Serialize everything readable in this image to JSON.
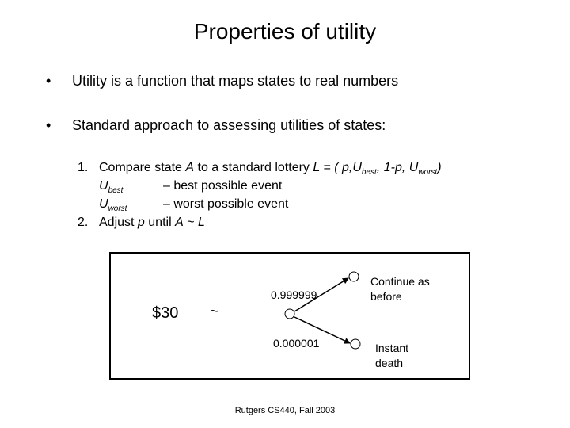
{
  "slide": {
    "title": "Properties of utility",
    "bullets": [
      {
        "marker": "•",
        "text": "Utility is a function that maps states to real numbers"
      },
      {
        "marker": "•",
        "text": "Standard approach to assessing utilities of states:"
      }
    ],
    "steps": {
      "step1": {
        "number": "1.",
        "prefix": "Compare state ",
        "state": "A",
        "middle": " to a standard lottery ",
        "lottery": "L",
        "eq": " = ( ",
        "p": "p",
        "comma1": ",",
        "u_best_main": "U",
        "u_best_sub": "best",
        "sep1": ", 1-",
        "p2": "p",
        "sep2": ", ",
        "u_worst_main": "U",
        "u_worst_sub": "worst",
        "close": ")"
      },
      "definitions": [
        {
          "symbol_main": "U",
          "symbol_sub": "best",
          "desc": "– best possible event"
        },
        {
          "symbol_main": "U",
          "symbol_sub": "worst",
          "desc": "– worst possible event"
        }
      ],
      "step2": {
        "number": "2.",
        "prefix": "Adjust ",
        "p": "p",
        "middle": " until ",
        "state": "A",
        "tilde": " ~ ",
        "lottery": "L"
      }
    }
  },
  "diagram": {
    "certain_value": "$30",
    "equivalence": "~",
    "branches": [
      {
        "probability": "0.999999",
        "outcome_line1": "Continue as",
        "outcome_line2": "before"
      },
      {
        "probability": "0.000001",
        "outcome_line1": "Instant",
        "outcome_line2": "death"
      }
    ]
  },
  "footer": "Rutgers CS440, Fall 2003"
}
